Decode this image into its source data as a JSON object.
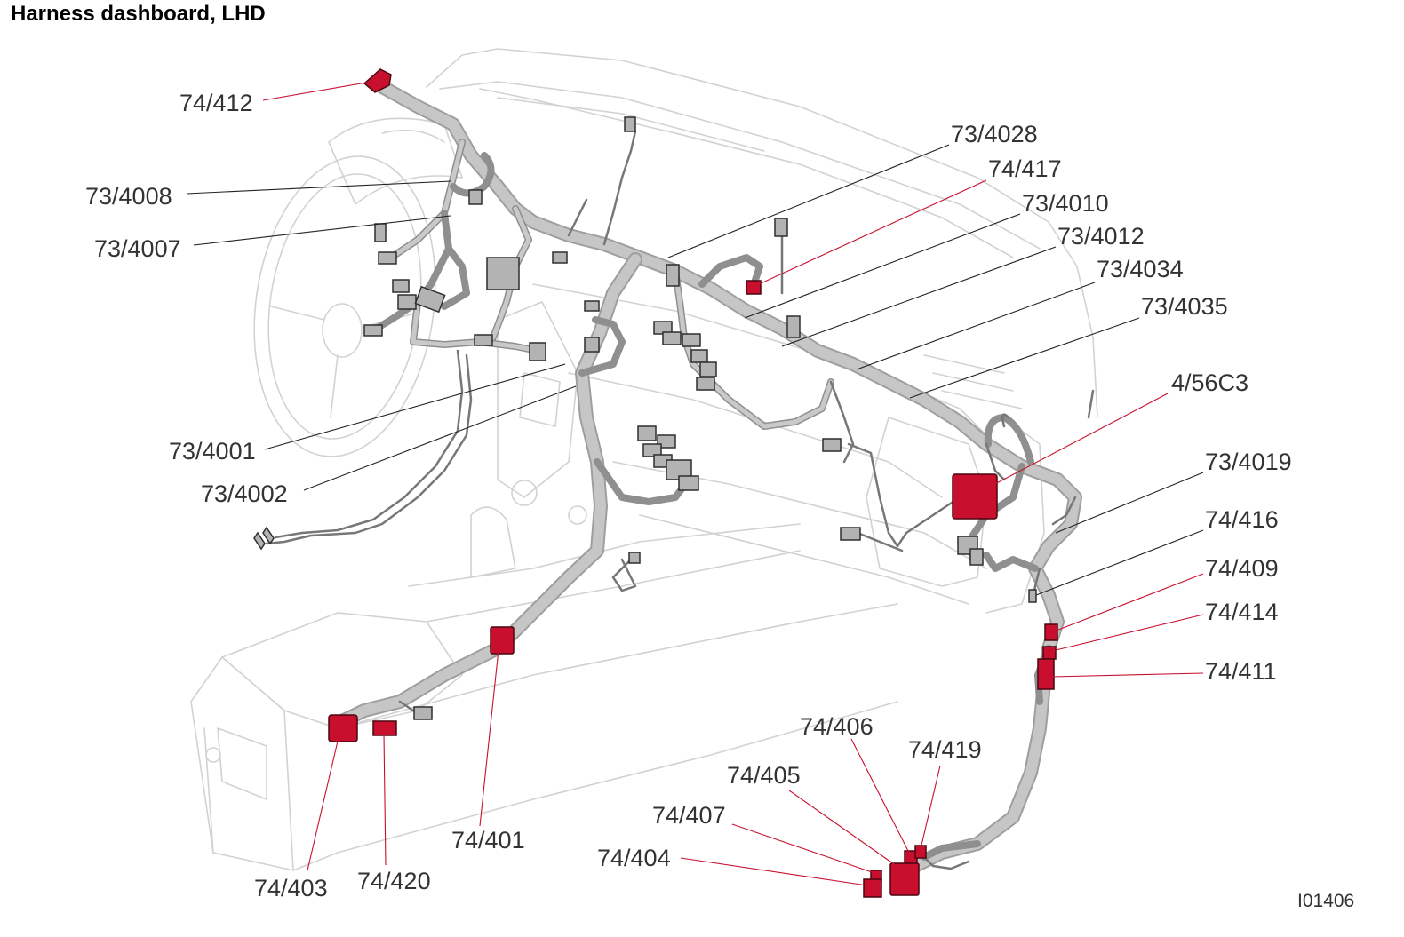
{
  "title": "Harness dashboard, LHD",
  "image_ref": "I01406",
  "colors": {
    "highlight": "#c8102e",
    "harness": "#9e9e9e",
    "outline": "#d2d2d2",
    "label": "#333333"
  },
  "labels": {
    "c74_412": "74/412",
    "c73_4008": "73/4008",
    "c73_4007": "73/4007",
    "c73_4028": "73/4028",
    "c74_417": "74/417",
    "c73_4010": "73/4010",
    "c73_4012": "73/4012",
    "c73_4034": "73/4034",
    "c73_4035": "73/4035",
    "c4_56C3": "4/56C3",
    "c73_4001": "73/4001",
    "c73_4002": "73/4002",
    "c73_4019": "73/4019",
    "c74_416": "74/416",
    "c74_409": "74/409",
    "c74_414": "74/414",
    "c74_411": "74/411",
    "c74_406": "74/406",
    "c74_419": "74/419",
    "c74_405": "74/405",
    "c74_407": "74/407",
    "c74_404": "74/404",
    "c74_401": "74/401",
    "c74_403": "74/403",
    "c74_420": "74/420"
  }
}
